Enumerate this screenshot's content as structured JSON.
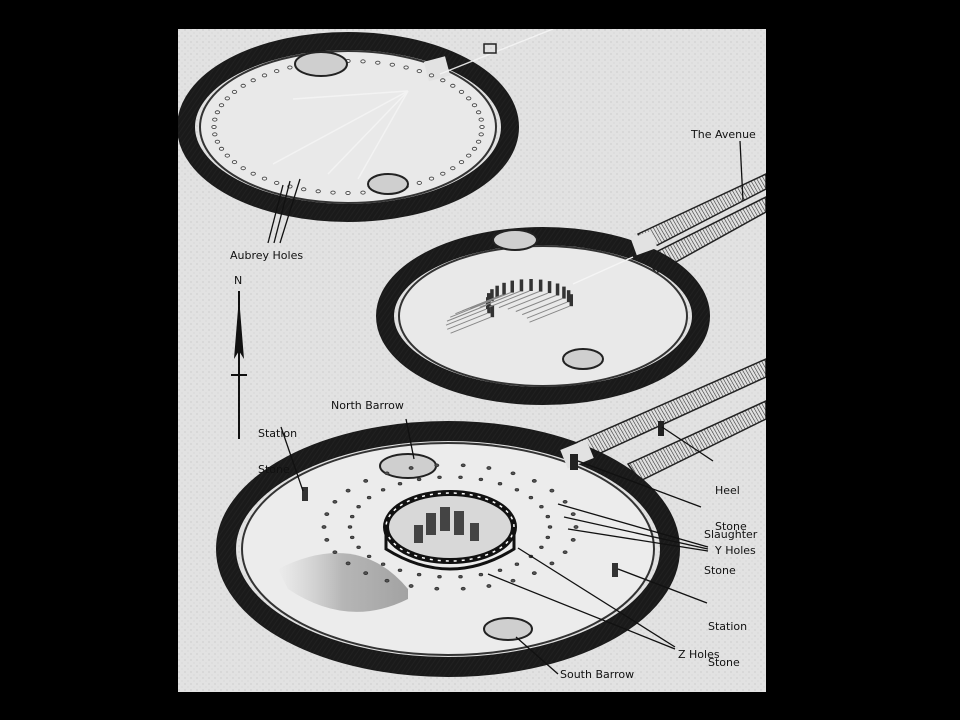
{
  "diagram": {
    "labels": {
      "the_avenue": "The Avenue",
      "aubrey_holes": "Aubrey Holes",
      "north_arrow": "N",
      "station_stone_left": [
        "Station",
        "Stone"
      ],
      "north_barrow": "North Barrow",
      "heel_stone": [
        "Heel",
        "Stone"
      ],
      "slaughter_stone": [
        "Slaughter",
        "Stone"
      ],
      "y_holes": "Y Holes",
      "station_stone_right": [
        "Station",
        "Stone"
      ],
      "z_holes": "Z Holes",
      "south_barrow": "South Barrow"
    },
    "colors": {
      "background": "#000000",
      "paper": "#e2e2e2",
      "ink": "#111111",
      "bank_shadow": "#555555"
    }
  }
}
